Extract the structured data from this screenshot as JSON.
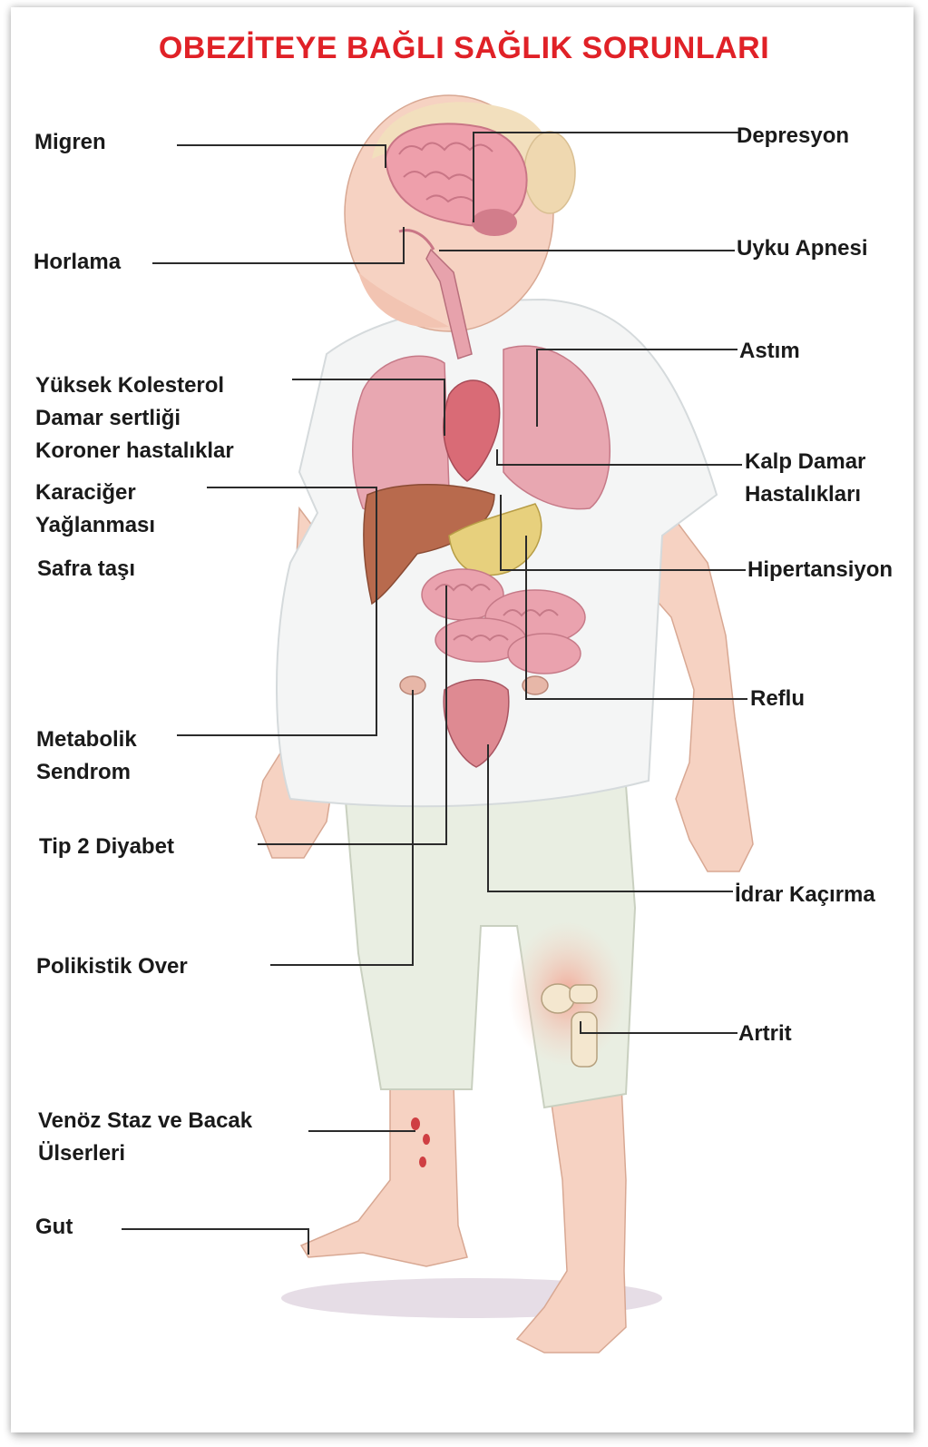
{
  "title": "OBEZİTEYE BAĞLI SAĞLIK SORUNLARI",
  "colors": {
    "title": "#e02127",
    "label": "#1a1a1a",
    "leader_line": "#2b2b2b",
    "skin": "#f6d2c2",
    "shirt": "#f4f5f5",
    "shorts": "#e9eee2",
    "hair": "#f2dfbd",
    "lung": "#e8a7b1",
    "liver": "#b86a4d",
    "intestine": "#eaa2ae",
    "gallbladder": "#e7d07d"
  },
  "labels_left": {
    "migren": "Migren",
    "horlama": "Horlama",
    "kolesterol": [
      "Yüksek Kolesterol",
      "Damar sertliği",
      "Koroner hastalıklar"
    ],
    "karaciger": [
      "Karaciğer",
      "Yağlanması"
    ],
    "safra": "Safra taşı",
    "metabolik": [
      "Metabolik",
      "Sendrom"
    ],
    "diyabet": "Tip 2 Diyabet",
    "polikistik": "Polikistik Over",
    "venoz": [
      "Venöz Staz ve Bacak",
      "Ülserleri"
    ],
    "gut": "Gut"
  },
  "labels_right": {
    "depresyon": "Depresyon",
    "uyku": "Uyku Apnesi",
    "astim": "Astım",
    "kalp": [
      "Kalp Damar",
      "Hastalıkları"
    ],
    "hipertansiyon": "Hipertansiyon",
    "reflu": "Reflu",
    "idrar": "İdrar Kaçırma",
    "artrit": "Artrit"
  }
}
